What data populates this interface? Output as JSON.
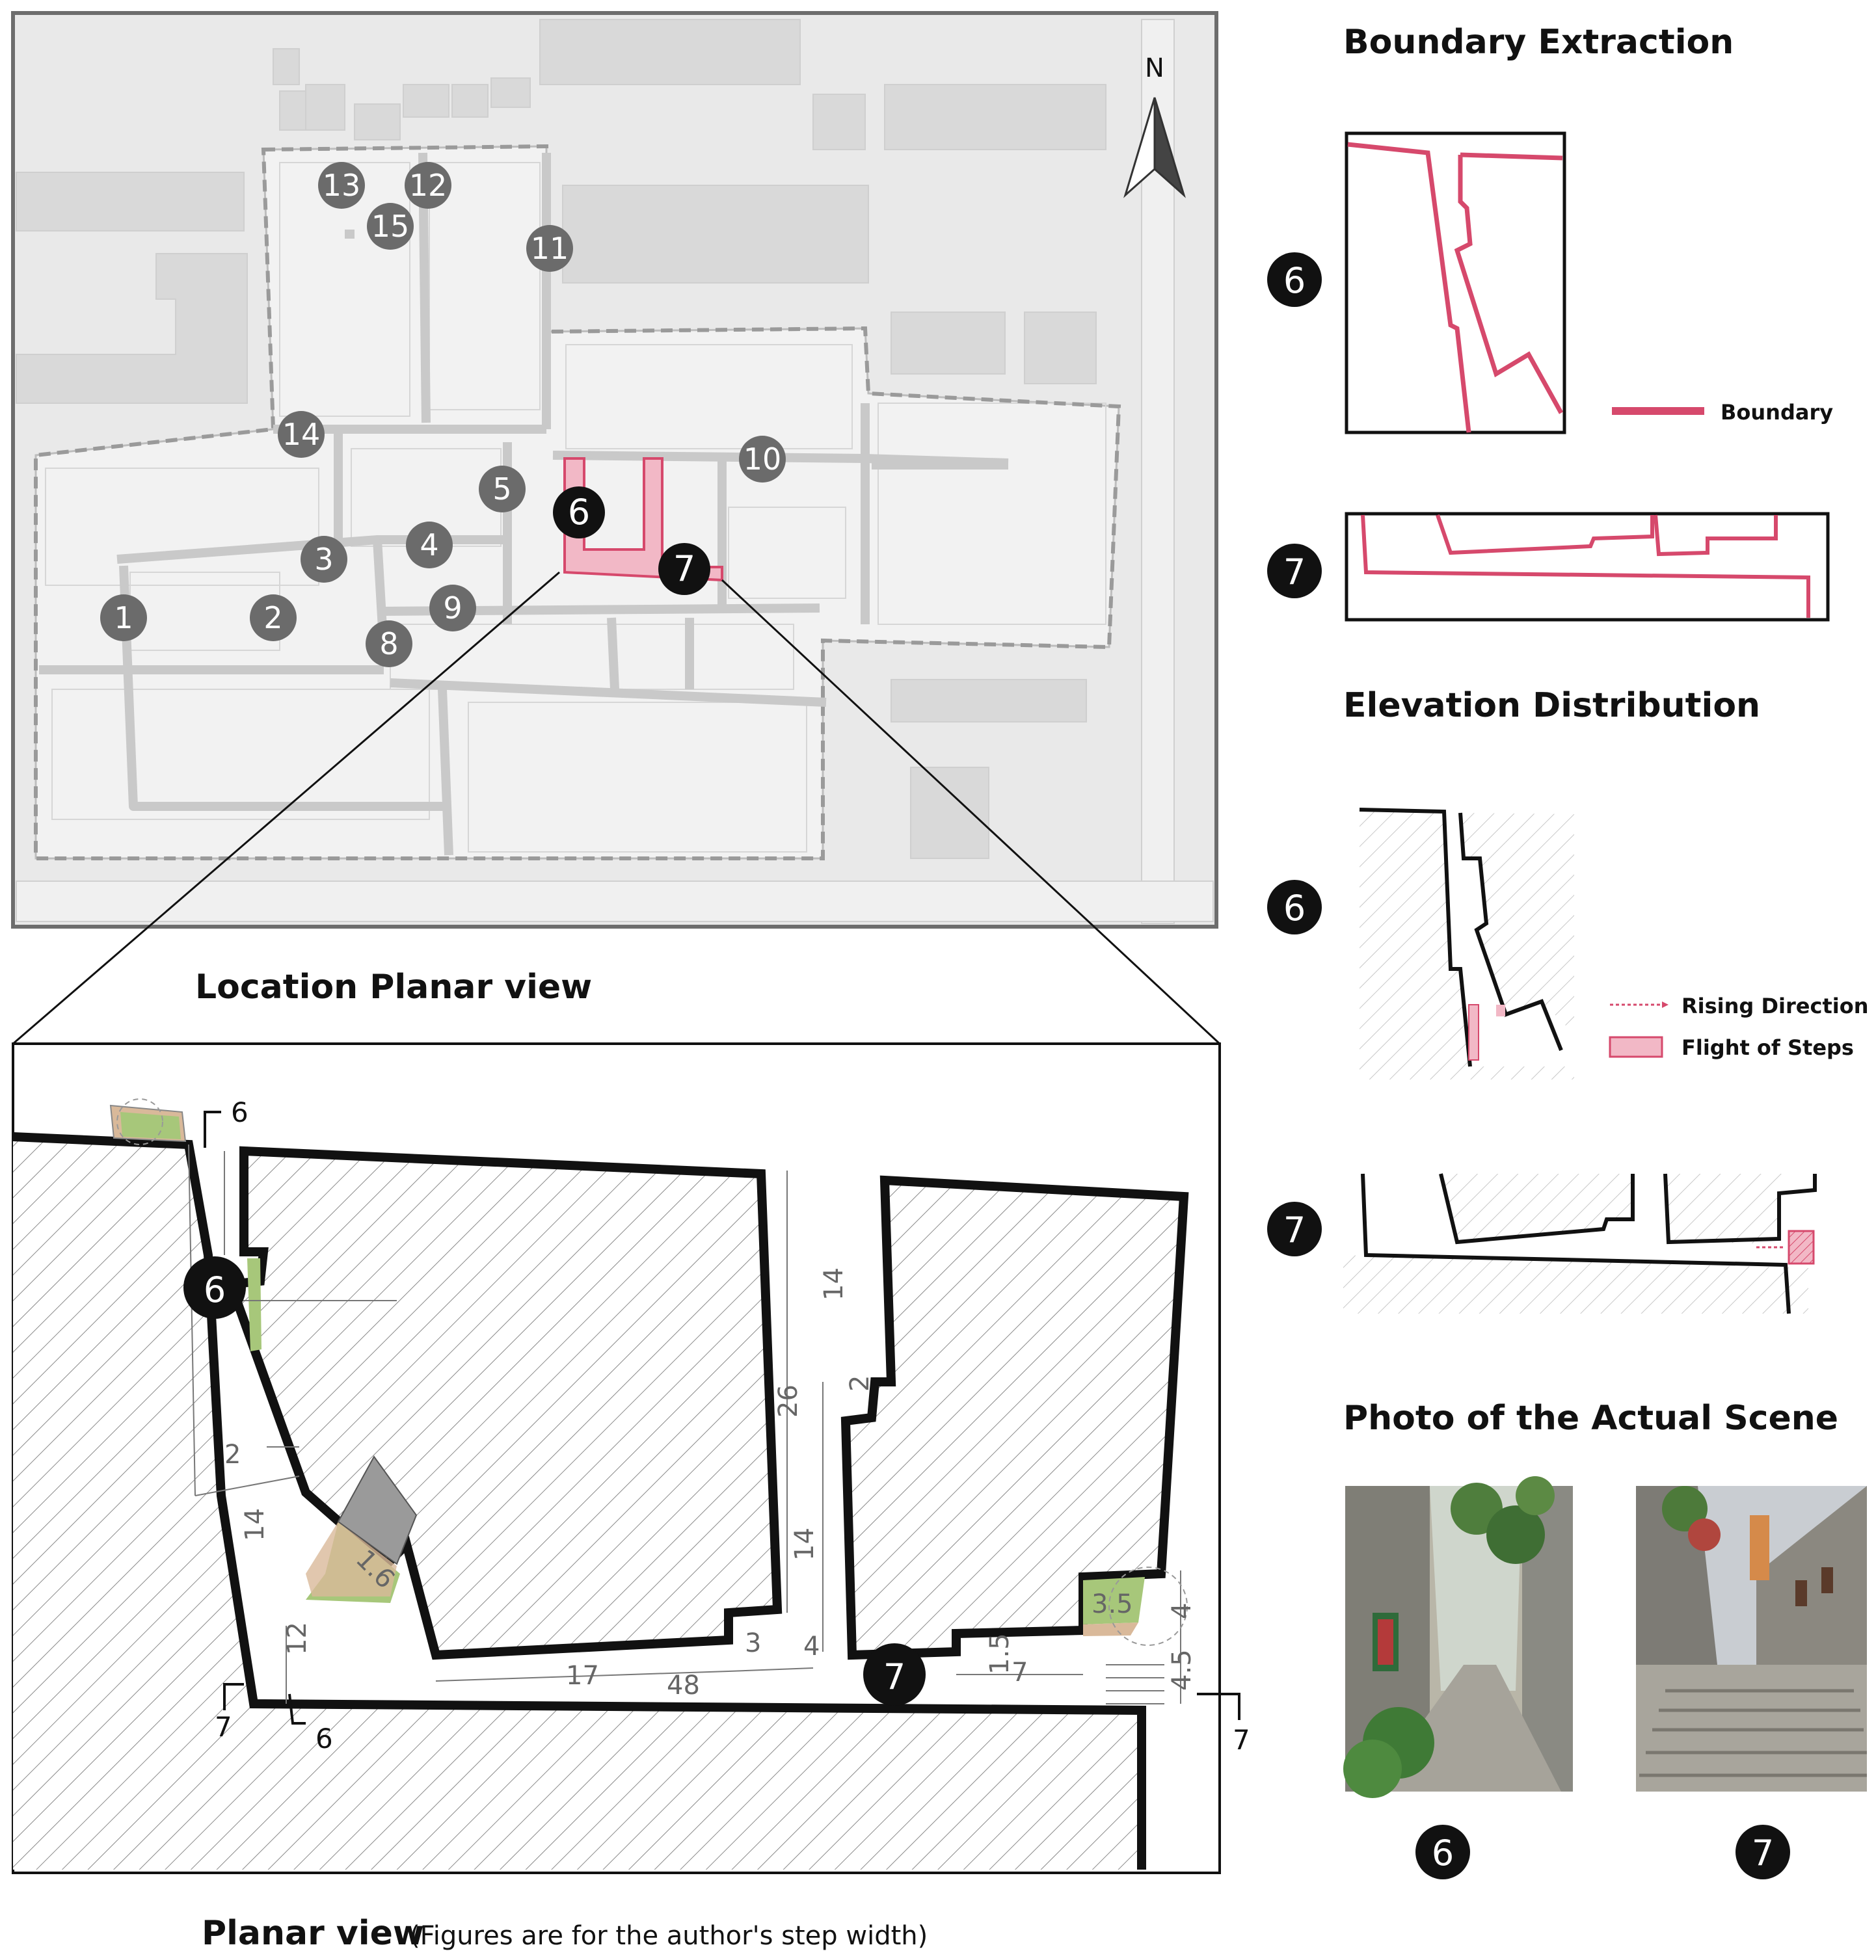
{
  "panels": {
    "location_title": "Location Planar view",
    "planar_title": "Planar view",
    "planar_note": "(Figures are for the author's step width)",
    "boundary_title": "Boundary Extraction",
    "elevation_title": "Elevation Distribution",
    "photo_title": "Photo of the Actual Scene"
  },
  "north_label": "N",
  "map_markers": [
    "1",
    "2",
    "3",
    "4",
    "5",
    "6",
    "7",
    "8",
    "9",
    "10",
    "11",
    "12",
    "13",
    "14",
    "15"
  ],
  "legend": {
    "boundary": "Boundary",
    "rising_direction": "Rising Direction",
    "flight_of_steps": "Flight of Steps"
  },
  "section_markers": {
    "six": "6",
    "seven": "7"
  },
  "dimensions": {
    "d14a": "14",
    "d26": "26",
    "d2a": "2",
    "d14b": "14",
    "d3": "3",
    "d4a": "4",
    "d17": "17",
    "d48": "48",
    "d15": "1.5",
    "d7": "7",
    "d35": "3.5",
    "d4b": "4",
    "d45": "4.5",
    "d2b": "2",
    "d14c": "14",
    "d12": "12",
    "d16": "1.6"
  },
  "cut_labels": {
    "six": "6",
    "seven": "7"
  },
  "colors": {
    "highlight": "#d6496c",
    "highlight_fill": "#f2b8c6",
    "map_bg": "#e9e9e9",
    "marker_gray": "#6b6b6b",
    "steps_green": "#a7c77a",
    "steps_tan": "#d9b99a"
  }
}
